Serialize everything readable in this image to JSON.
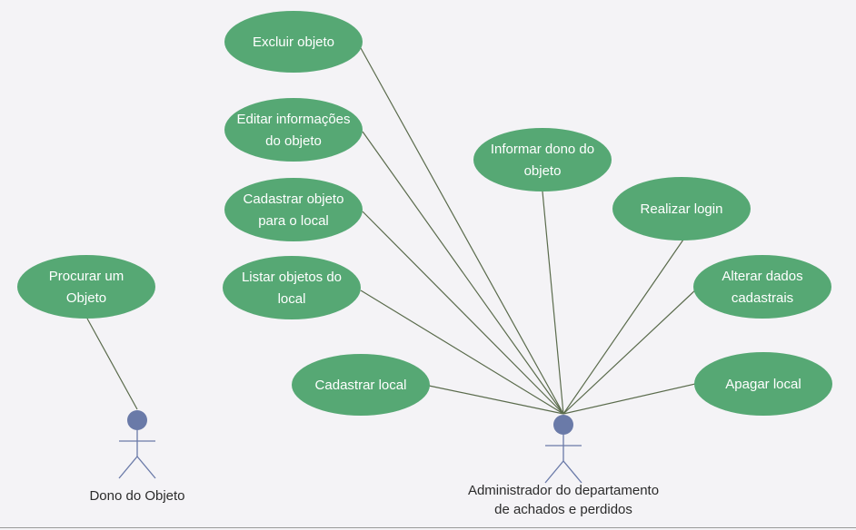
{
  "colors": {
    "background": "#f4f3f6",
    "usecase_fill": "#56a874",
    "usecase_text": "#ffffff",
    "connector": "#5a6b4c",
    "actor_head": "#6a7aa8",
    "actor_stroke": "#6a7aa8"
  },
  "actors": {
    "owner": {
      "label_lines": [
        "Dono do Objeto"
      ]
    },
    "admin": {
      "label_lines": [
        "Administrador do departamento",
        "de achados e perdidos"
      ]
    }
  },
  "use_cases": [
    {
      "id": "excluir-objeto",
      "lines": [
        "Excluir objeto"
      ],
      "actor": "admin"
    },
    {
      "id": "editar-informacoes",
      "lines": [
        "Editar informações",
        "do objeto"
      ],
      "actor": "admin"
    },
    {
      "id": "cadastrar-objeto",
      "lines": [
        "Cadastrar objeto",
        "para o local"
      ],
      "actor": "admin"
    },
    {
      "id": "listar-objetos",
      "lines": [
        "Listar objetos do",
        "local"
      ],
      "actor": "admin"
    },
    {
      "id": "cadastrar-local",
      "lines": [
        "Cadastrar local"
      ],
      "actor": "admin"
    },
    {
      "id": "informar-dono",
      "lines": [
        "Informar dono do",
        "objeto"
      ],
      "actor": "admin"
    },
    {
      "id": "realizar-login",
      "lines": [
        "Realizar login"
      ],
      "actor": "admin"
    },
    {
      "id": "alterar-dados",
      "lines": [
        "Alterar dados",
        "cadastrais"
      ],
      "actor": "admin"
    },
    {
      "id": "apagar-local",
      "lines": [
        "Apagar local"
      ],
      "actor": "admin"
    },
    {
      "id": "procurar-objeto",
      "lines": [
        "Procurar um",
        "Objeto"
      ],
      "actor": "owner"
    }
  ]
}
